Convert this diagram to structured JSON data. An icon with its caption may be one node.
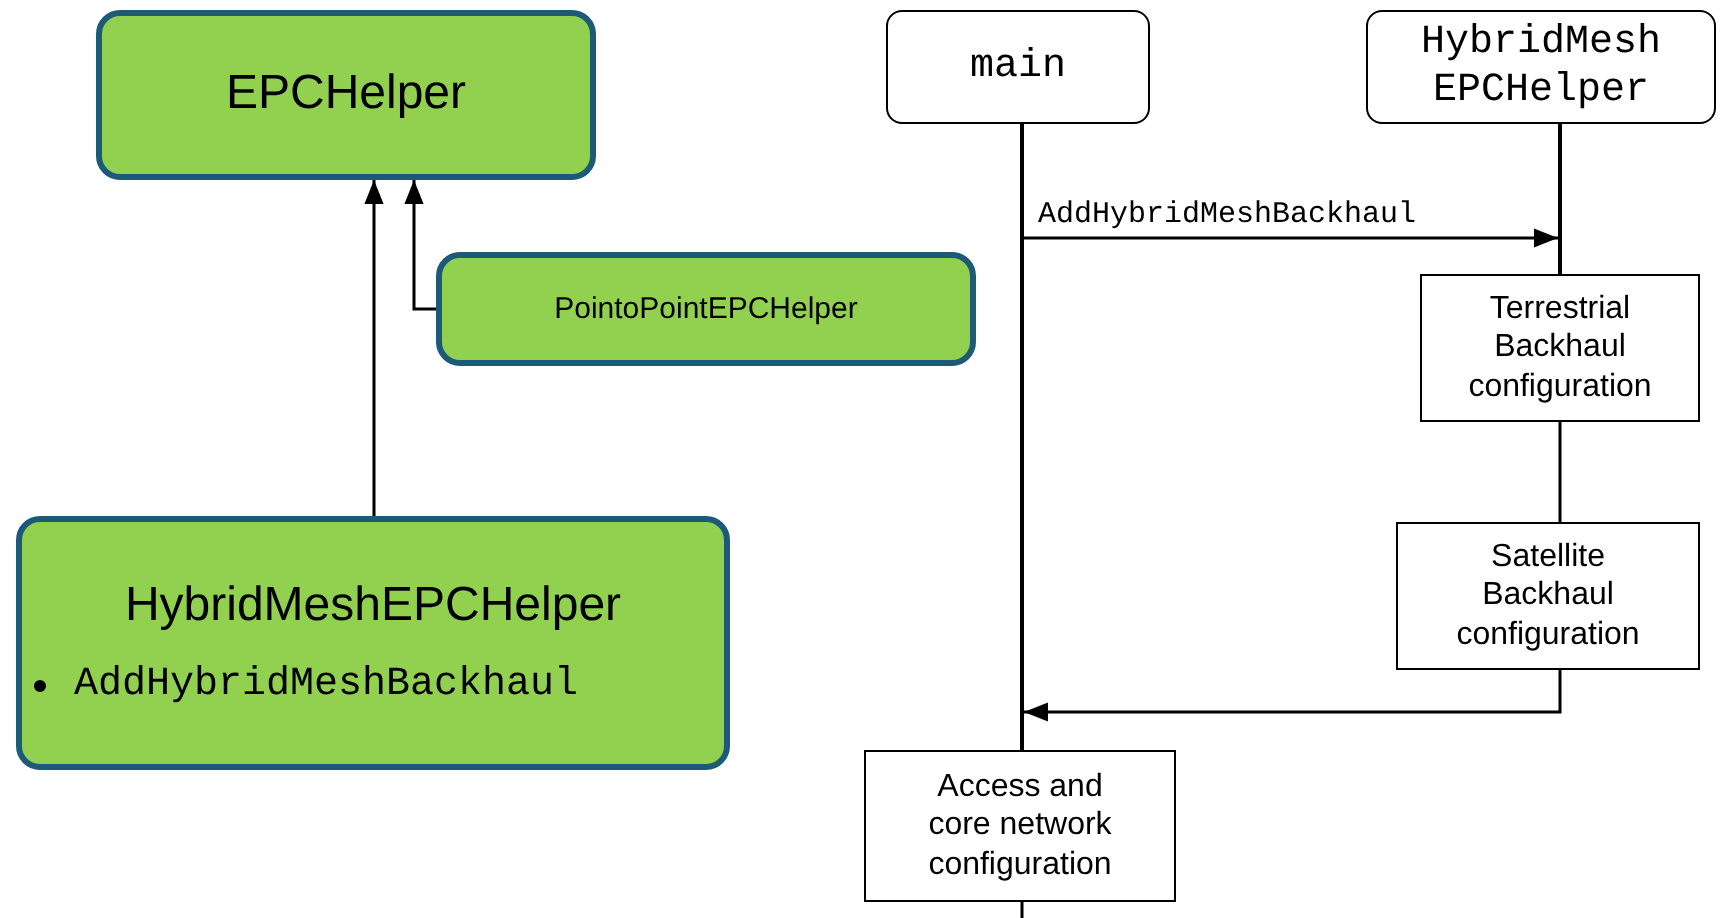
{
  "diagram": {
    "nodes": [
      {
        "text": [
          "EPCHelper"
        ]
      },
      {
        "text": [
          "PointoPointEPCHelper"
        ]
      },
      {
        "text": [
          "HybridMeshEPCHelper",
          "AddHybridMeshBackhaul"
        ]
      },
      {
        "text": [
          "main"
        ]
      },
      {
        "text": [
          "HybridMesh EPCHelper"
        ]
      },
      {
        "text": [
          "Terrestrial Backhaul configuration"
        ]
      },
      {
        "text": [
          "Satellite Backhaul configuration"
        ]
      },
      {
        "text": [
          "Access and core network configuration"
        ]
      },
      {
        "text": [],
        "shape": "line"
      },
      {
        "text": [],
        "shape": "line"
      }
    ],
    "edges": [
      {
        "from": 2,
        "to": 0,
        "arrow": "to"
      },
      {
        "from": 1,
        "to": 0,
        "arrow": "to"
      },
      {
        "from": 8,
        "to": 9,
        "arrow": "to",
        "label": "AddHybridMeshBackhaul"
      },
      {
        "from": 5,
        "to": 6,
        "arrow": "none"
      },
      {
        "from": 6,
        "to": 8,
        "arrow": "to"
      },
      {
        "from": 7,
        "to": null,
        "arrow": "none"
      }
    ]
  }
}
